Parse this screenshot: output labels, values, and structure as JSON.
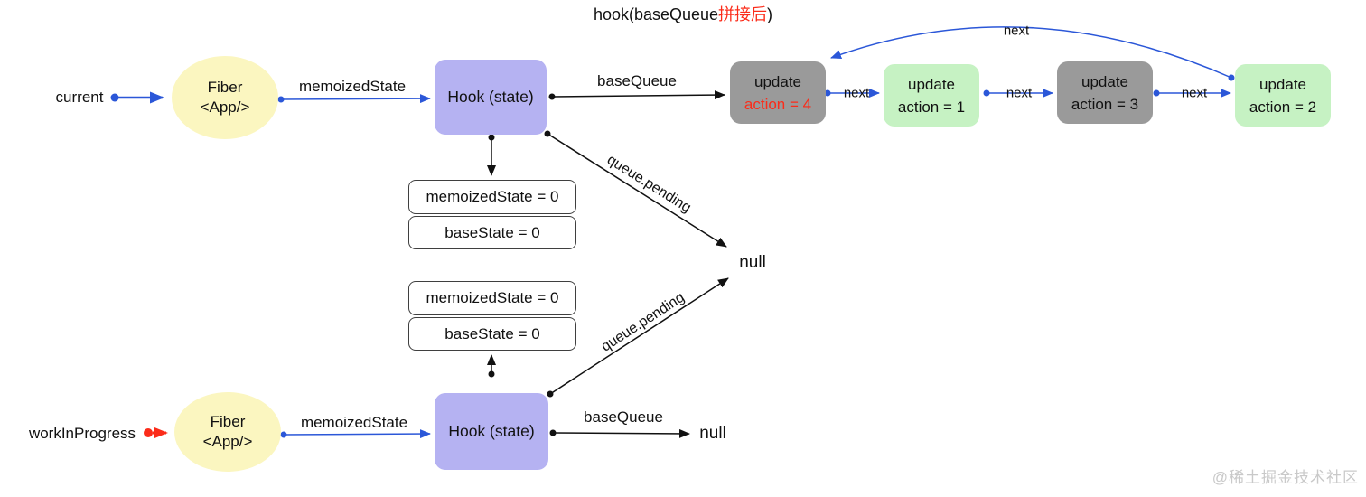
{
  "title": {
    "part1": "hook(baseQueue",
    "part2_red": "拼接后",
    "part3": ")"
  },
  "labels": {
    "current": "current",
    "work_in_progress": "workInProgress",
    "memoized_state": "memoizedState",
    "base_queue": "baseQueue",
    "queue_pending": "queue.pending",
    "next": "next",
    "null_text": "null"
  },
  "fiber": {
    "line1": "Fiber",
    "line2": "<App/>"
  },
  "hook": {
    "label": "Hook (state)"
  },
  "updates": [
    {
      "title": "update",
      "action": "action = 4",
      "variant": "gray",
      "action_red": true
    },
    {
      "title": "update",
      "action": "action = 1",
      "variant": "green",
      "action_red": false
    },
    {
      "title": "update",
      "action": "action = 3",
      "variant": "gray",
      "action_red": false
    },
    {
      "title": "update",
      "action": "action = 2",
      "variant": "green",
      "action_red": false
    }
  ],
  "state_fields": {
    "memoized": "memoizedState = 0",
    "base": "baseState = 0"
  },
  "watermark": "@稀土掘金技术社区",
  "colors": {
    "blue": "#2b57d8",
    "red": "#fb2c1a",
    "black": "#111111",
    "gray_box": "#9a9a9a",
    "green_box": "#c6f2c3",
    "purple_box": "#b5b2f2",
    "yellow_fiber": "#fbf6c0",
    "state_box_border": "#3f3f3f",
    "watermark_gray": "#c9c9c9"
  }
}
